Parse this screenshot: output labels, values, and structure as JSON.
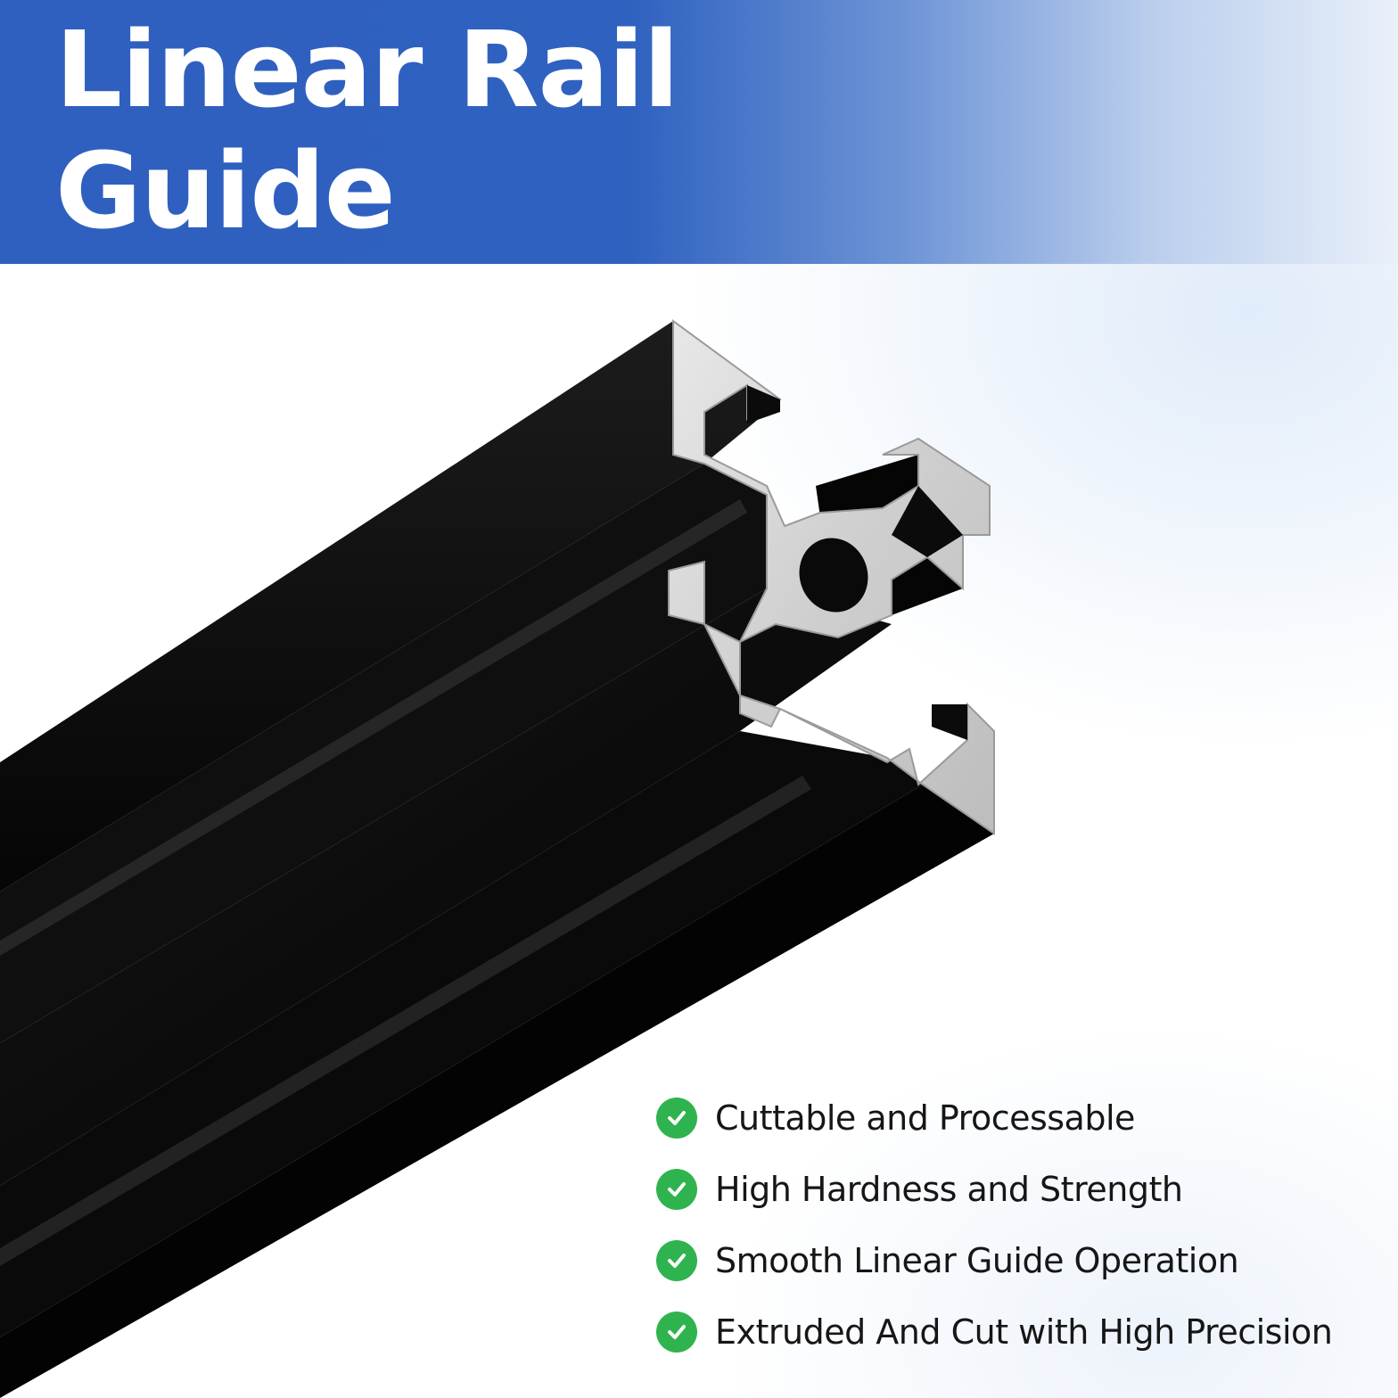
{
  "banner": {
    "title_line1": "Linear Rail",
    "title_line2": "Guide",
    "colors": {
      "blue": "#2f60bf",
      "fade": "#e9f0fa",
      "text": "#ffffff"
    }
  },
  "product": {
    "image": "black-aluminum-extrusion-profile",
    "colors": {
      "body": "#0b0b0b",
      "cut_face": "#d9d9d9"
    }
  },
  "features": [
    {
      "icon": "check-circle-icon",
      "label": "Cuttable and Processable"
    },
    {
      "icon": "check-circle-icon",
      "label": "High Hardness and Strength"
    },
    {
      "icon": "check-circle-icon",
      "label": "Smooth Linear Guide Operation"
    },
    {
      "icon": "check-circle-icon",
      "label": "Extruded And Cut with High Precision"
    }
  ],
  "accent": {
    "check_green": "#2fb34e"
  }
}
